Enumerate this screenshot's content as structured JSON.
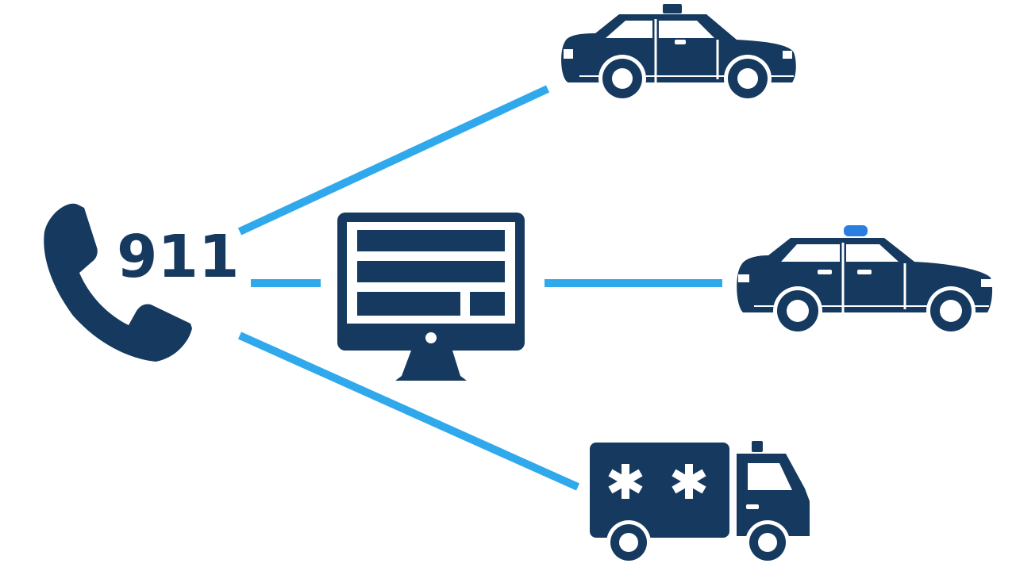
{
  "caller": {
    "number_label": "911",
    "icon": "phone-handset-icon"
  },
  "dispatch": {
    "icon": "computer-monitor-icon"
  },
  "responders": [
    {
      "name": "police-car",
      "icon": "police-car-icon",
      "beacon": "top-light"
    },
    {
      "name": "police-car-blue-light",
      "icon": "police-car-icon",
      "beacon": "blue-light"
    },
    {
      "name": "ambulance",
      "icon": "ambulance-icon",
      "beacon": "top-light"
    }
  ],
  "colors": {
    "icon": "#163a5f",
    "connector": "#2fa9ec",
    "beacon_blue": "#2a7de1",
    "background": "#ffffff"
  }
}
